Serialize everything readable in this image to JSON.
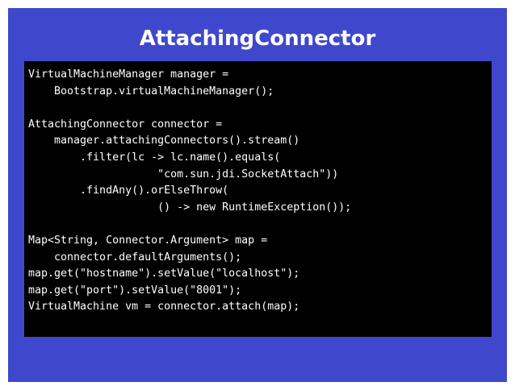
{
  "slide": {
    "title": "AttachingConnector",
    "background_color": "#3f48cc",
    "title_color": "#ffffff"
  },
  "code": {
    "background_color": "#000000",
    "text_color": "#ffffff",
    "lines": [
      "VirtualMachineManager manager =",
      "    Bootstrap.virtualMachineManager();",
      "",
      "AttachingConnector connector =",
      "    manager.attachingConnectors().stream()",
      "        .filter(lc -> lc.name().equals(",
      "                    \"com.sun.jdi.SocketAttach\"))",
      "        .findAny().orElseThrow(",
      "                    () -> new RuntimeException());",
      "",
      "Map<String, Connector.Argument> map =",
      "    connector.defaultArguments();",
      "map.get(\"hostname\").setValue(\"localhost\");",
      "map.get(\"port\").setValue(\"8001\");",
      "VirtualMachine vm = connector.attach(map);"
    ]
  }
}
